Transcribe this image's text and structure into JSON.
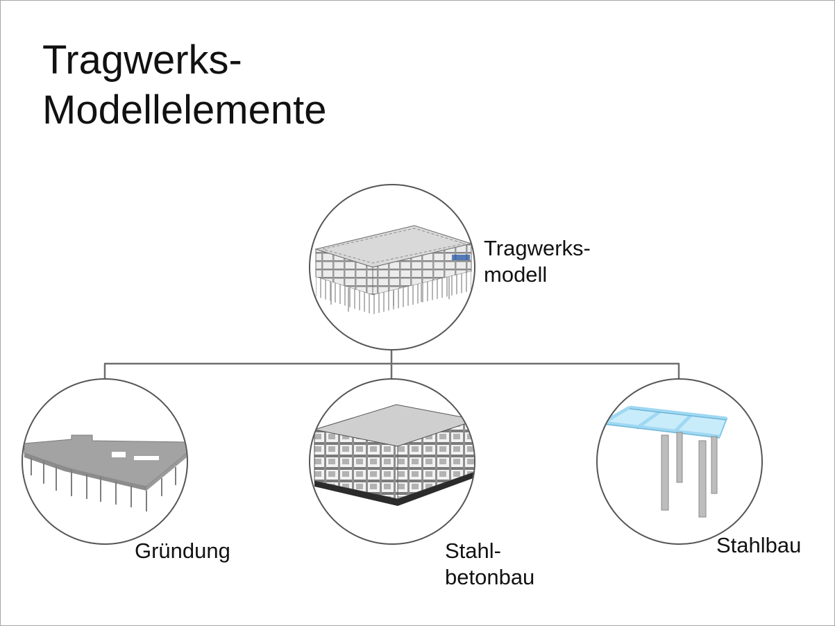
{
  "slide": {
    "title_lines": [
      "Tragwerks-",
      "Modellelemente"
    ]
  },
  "diagram": {
    "root": {
      "label_lines": [
        "Tragwerks-",
        "modell"
      ],
      "image": "full-structural-model-render"
    },
    "children": [
      {
        "label_lines": [
          "Gründung"
        ],
        "image": "foundation-slab-render"
      },
      {
        "label_lines": [
          "Stahl-",
          "betonbau"
        ],
        "image": "reinforced-concrete-frame-render"
      },
      {
        "label_lines": [
          "Stahlbau"
        ],
        "image": "steel-frame-render"
      }
    ],
    "colors": {
      "outline": "#555555",
      "connector": "#6d6d6d",
      "steel_highlight": "#9fd8f2",
      "selection_blue": "#2f5fa8"
    }
  }
}
